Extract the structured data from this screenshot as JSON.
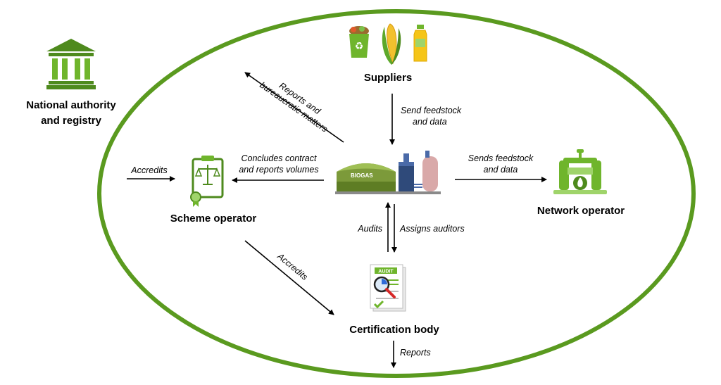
{
  "colors": {
    "ellipse": "#5a9a1f",
    "green": "#6fb52c",
    "dark_green": "#4e8a1d",
    "light_green": "#9fd46a",
    "arrow": "#000000"
  },
  "nodes": {
    "national_authority": {
      "line1": "National authority",
      "line2": "and registry",
      "icon": "government-building-icon"
    },
    "suppliers": {
      "label": "Suppliers",
      "icon": "feedstock-icons"
    },
    "scheme_operator": {
      "label": "Scheme operator",
      "icon": "certificate-scales-icon"
    },
    "network_operator": {
      "label": "Network operator",
      "icon": "gas-pipeline-icon"
    },
    "certification_body": {
      "label": "Certification body",
      "icon": "audit-document-icon"
    },
    "biogas_plant": {
      "sign": "BIOGAS",
      "icon": "biogas-plant-icon"
    }
  },
  "edges": {
    "send_feedstock": {
      "line1": "Send feedstock",
      "line2": "and data"
    },
    "sends_feedstock": {
      "line1": "Sends feedstock",
      "line2": "and data"
    },
    "concludes_contract": {
      "line1": "Concludes contract",
      "line2": "and reports volumes"
    },
    "accredits_scheme": {
      "label": "Accredits"
    },
    "reports_bureaucratic": {
      "line1": "Reports and",
      "line2": "bureaucratic matters"
    },
    "accredits_cert": {
      "label": "Accredits"
    },
    "audits": {
      "label": "Audits"
    },
    "assigns_auditors": {
      "label": "Assigns auditors"
    },
    "reports": {
      "label": "Reports"
    }
  },
  "audit_doc": {
    "header": "AUDIT"
  },
  "recycle_bin": {
    "symbol": "♻"
  }
}
